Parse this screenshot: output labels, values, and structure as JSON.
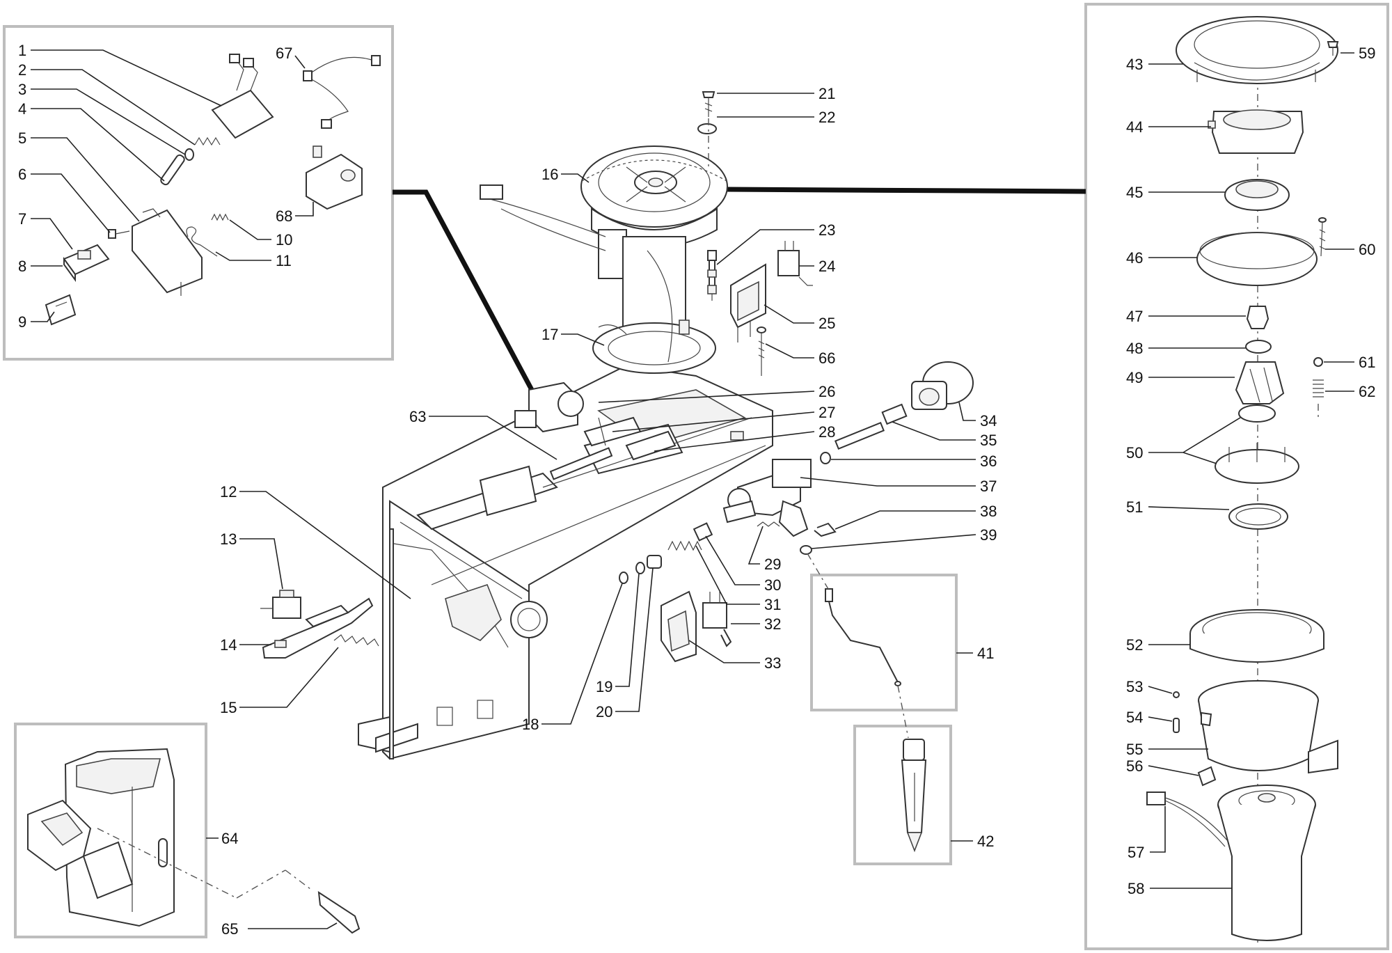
{
  "diagram": {
    "labels": {
      "1": "1",
      "2": "2",
      "3": "3",
      "4": "4",
      "5": "5",
      "6": "6",
      "7": "7",
      "8": "8",
      "9": "9",
      "10": "10",
      "11": "11",
      "12": "12",
      "13": "13",
      "14": "14",
      "15": "15",
      "16": "16",
      "17": "17",
      "18": "18",
      "19": "19",
      "20": "20",
      "21": "21",
      "22": "22",
      "23": "23",
      "24": "24",
      "25": "25",
      "26": "26",
      "27": "27",
      "28": "28",
      "29": "29",
      "30": "30",
      "31": "31",
      "32": "32",
      "33": "33",
      "34": "34",
      "35": "35",
      "36": "36",
      "37": "37",
      "38": "38",
      "39": "39",
      "41": "41",
      "42": "42",
      "43": "43",
      "44": "44",
      "45": "45",
      "46": "46",
      "47": "47",
      "48": "48",
      "49": "49",
      "50": "50",
      "51": "51",
      "52": "52",
      "53": "53",
      "54": "54",
      "55": "55",
      "56": "56",
      "57": "57",
      "58": "58",
      "59": "59",
      "60": "60",
      "61": "61",
      "62": "62",
      "63": "63",
      "64": "64",
      "65": "65",
      "66": "66",
      "67": "67",
      "68": "68"
    }
  }
}
